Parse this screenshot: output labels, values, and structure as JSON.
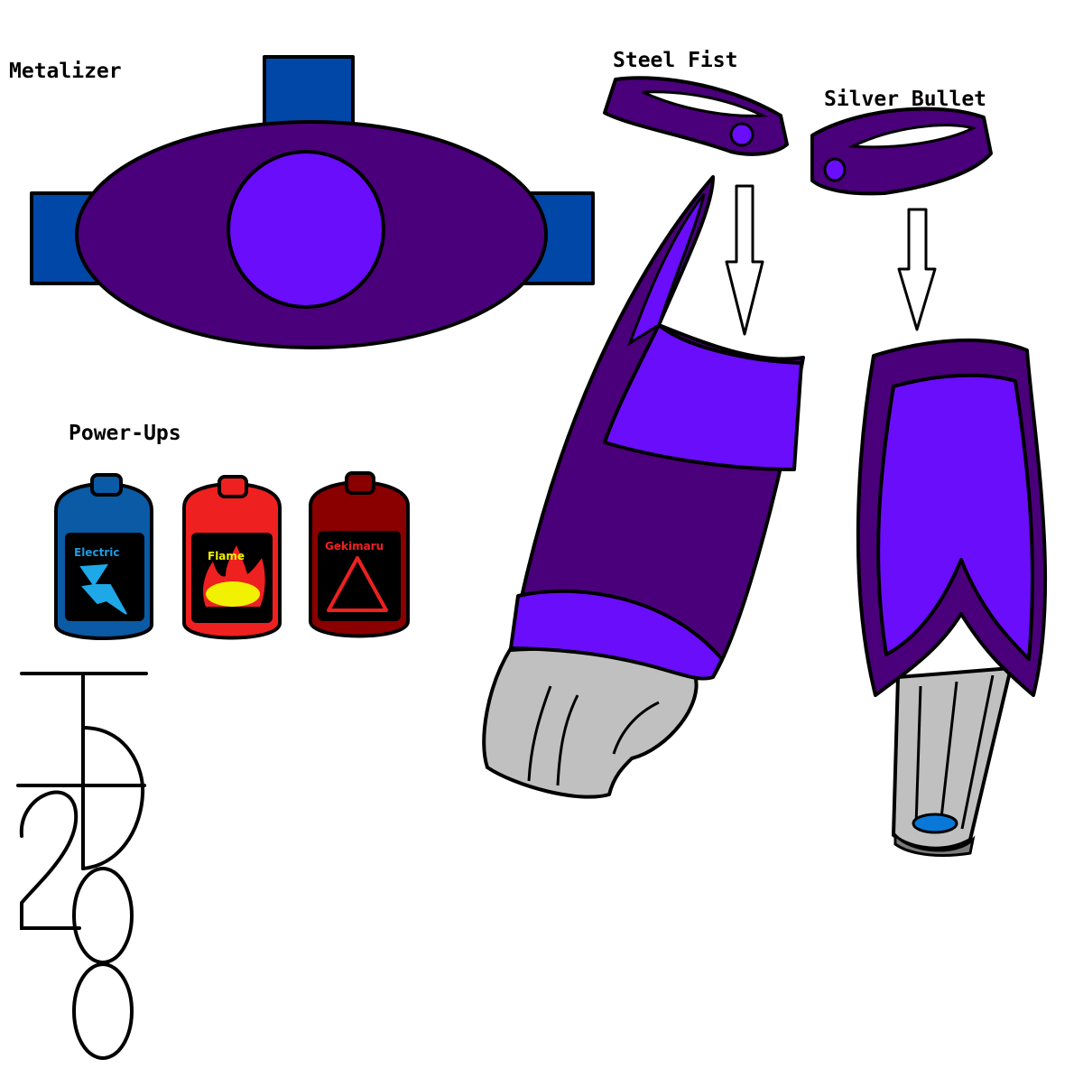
{
  "labels": {
    "metalizer": "Metalizer",
    "steel_fist": "Steel Fist",
    "silver_bullet": "Silver Bullet",
    "power_ups": "Power-Ups"
  },
  "power_ups": [
    {
      "label": "Electric",
      "icon": "lightning-icon"
    },
    {
      "label": "Flame",
      "icon": "flame-icon"
    },
    {
      "label": "Gekimaru",
      "icon": "triangle-icon"
    }
  ],
  "colors": {
    "dark_purple": "#4a007a",
    "bright_purple": "#6a0dfa",
    "belt_blue": "#0047a8",
    "electric_blue": "#0a5aa5",
    "flame_red": "#ee2020",
    "gekimaru_red": "#8a0000",
    "gray": "#c0c0c0"
  },
  "signature": "2008"
}
